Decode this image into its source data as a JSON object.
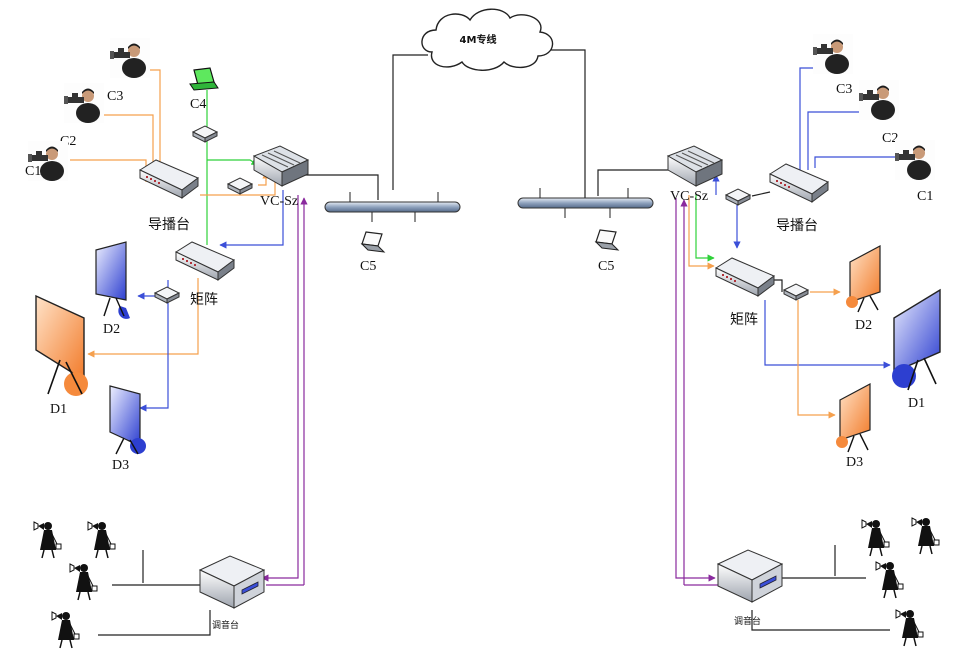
{
  "cloud_label": "4M专线",
  "colors": {
    "orange": "#f5a04e",
    "green": "#2fd13a",
    "blue": "#3b4fd8",
    "purple": "#8a2a9e",
    "line": "#222222",
    "screen_orange": "#f58a3c",
    "screen_blue": "#3d5ad8"
  },
  "left": {
    "cameras": [
      "C3",
      "C2",
      "C1"
    ],
    "laptop_top": "C4",
    "laptop_bus": "C5",
    "director": "导播台",
    "codec": "VC-Sz",
    "matrix": "矩阵",
    "displays": [
      "D2",
      "D1",
      "D3"
    ],
    "mixer": "调音台"
  },
  "right": {
    "cameras": [
      "C3",
      "C2",
      "C1"
    ],
    "laptop_bus": "C5",
    "director": "导播台",
    "codec": "VC-Sz",
    "matrix": "矩阵",
    "displays": [
      "D2",
      "D1",
      "D3"
    ],
    "mixer": "调音台"
  }
}
